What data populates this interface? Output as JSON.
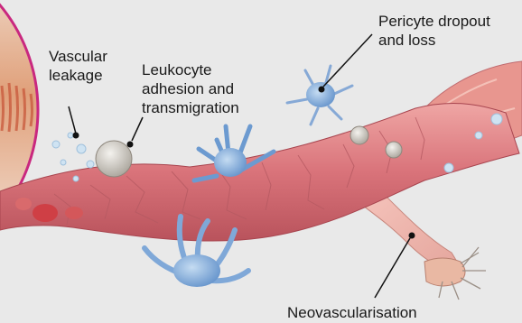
{
  "labels": {
    "vascular_leakage": [
      "Vascular",
      "leakage"
    ],
    "leukocyte": [
      "Leukocyte",
      "adhesion and",
      "transmigration"
    ],
    "pericyte": [
      "Pericyte dropout",
      "and loss"
    ],
    "neovascularisation": "Neovascularisation"
  },
  "colors": {
    "background": "#e9e9e9",
    "vessel": "#d9737a",
    "vessel_light": "#f2b3ab",
    "pericyte": "#7fa8d8",
    "leukocyte": "#d9d6d0",
    "inset_border": "#c9287f",
    "leakage_drops": "#cfe3f2"
  }
}
